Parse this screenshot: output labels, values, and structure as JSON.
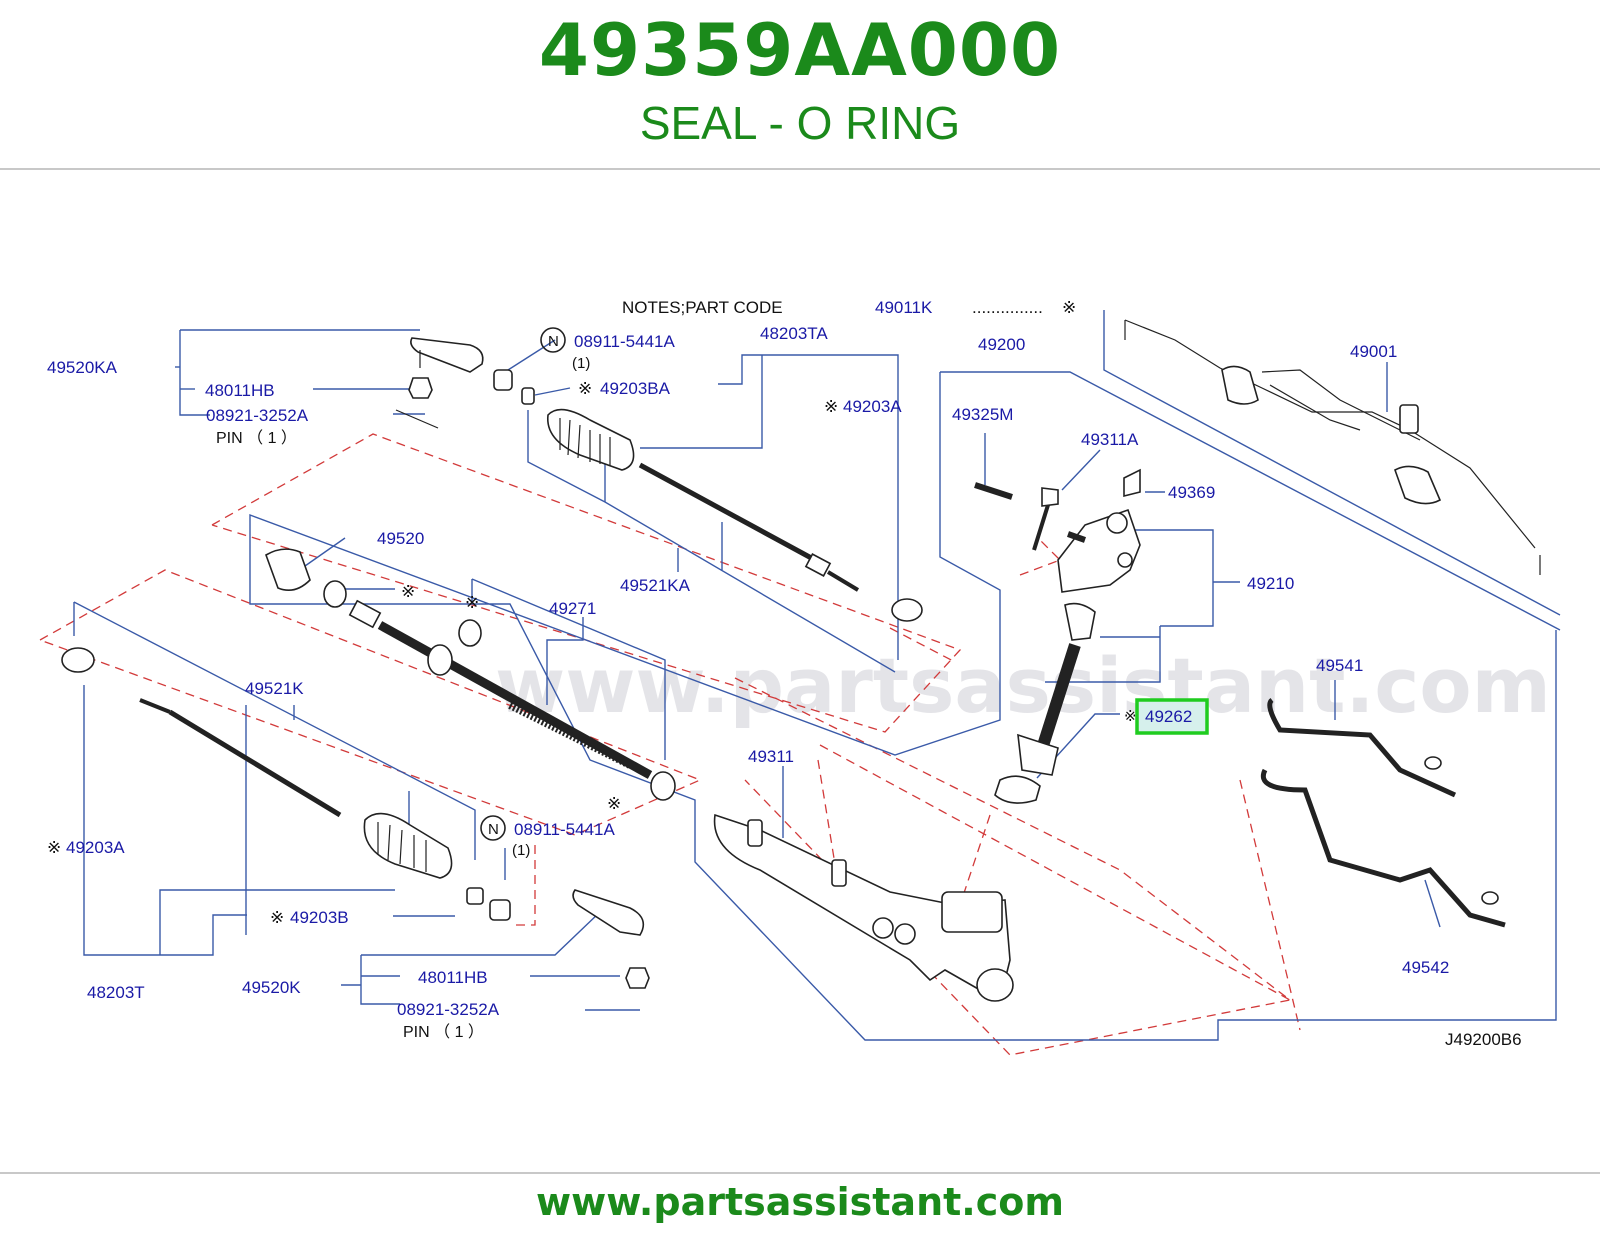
{
  "header": {
    "part_number": "49359AA000",
    "part_name": "SEAL - O RING"
  },
  "notes": {
    "text": "NOTES;PART   CODE",
    "code": "49011K",
    "dots": "...............",
    "mark": "※"
  },
  "diagram_code": "J49200B6",
  "watermark": "www.partsassistant.com",
  "highlighted_label": "49262",
  "labels": {
    "l49520KA": "49520KA",
    "l48011HB_top": "48011HB",
    "l08921_top": "08921-3252A",
    "pin_top": "PIN （ 1 ）",
    "l08911_top": "08911-5441A",
    "l08911_top_qty": "(1)",
    "l48203TA": "48203TA",
    "l49203BA": "49203BA",
    "l49203A_top": "49203A",
    "l49200": "49200",
    "l49001": "49001",
    "l49325M": "49325M",
    "l49311A": "49311A",
    "l49369": "49369",
    "l49210": "49210",
    "l49520": "49520",
    "l49521KA": "49521KA",
    "l49271": "49271",
    "l49541": "49541",
    "l49521K": "49521K",
    "l49311": "49311",
    "l49203A_left": "49203A",
    "l08911_bot": "08911-5441A",
    "l08911_bot_qty": "(1)",
    "l49203B": "49203B",
    "l48203T": "48203T",
    "l48011HB_bot": "48011HB",
    "l49520K": "49520K",
    "l08921_bot": "08921-3252A",
    "pin_bot": "PIN （ 1 ）",
    "l49542": "49542",
    "mark": "※",
    "n_symbol": "N"
  },
  "footer": {
    "url": "www.partsassistant.com"
  }
}
